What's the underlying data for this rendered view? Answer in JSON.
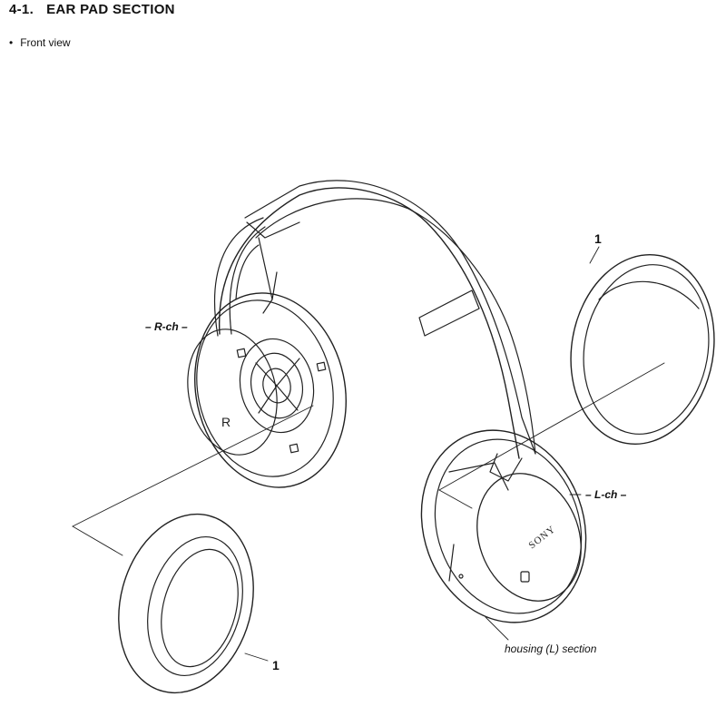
{
  "heading": {
    "number": "4-1.",
    "title": "EAR PAD SECTION"
  },
  "view_label": "Front view",
  "bullet": "•",
  "callouts": {
    "pad_left": "1",
    "pad_right": "1"
  },
  "side_labels": {
    "right": "– R-ch –",
    "left": "– L-ch –"
  },
  "section_label": "housing (L) section",
  "brand": "SONY",
  "r_mark": "R"
}
